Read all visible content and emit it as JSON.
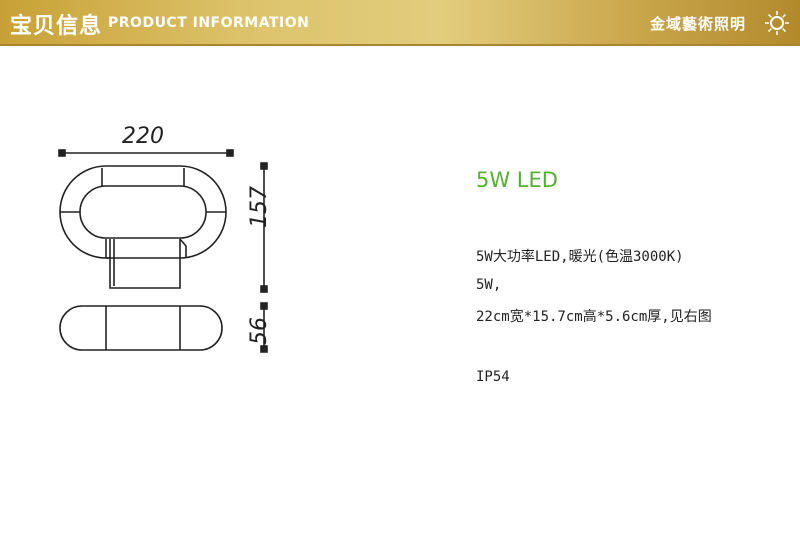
{
  "banner": {
    "title_cn": "宝贝信息",
    "title_en": "PRODUCT INFORMATION",
    "brand_name": "金域藝術照明",
    "logo_icon": "sunburst-logo-icon",
    "colors": {
      "gold_start": "#c8a136",
      "gold_mid": "#e2cd7e",
      "gold_end": "#b28a2c"
    }
  },
  "drawing": {
    "width_label": "220",
    "height_label": "157",
    "depth_label": "56"
  },
  "product": {
    "heading": "5W LED",
    "heading_color": "#55b030",
    "specs": [
      "5W大功率LED,暖光(色温3000K)",
      "5W,",
      "22cm宽*15.7cm高*5.6cm厚,见右图",
      "IP54"
    ]
  }
}
